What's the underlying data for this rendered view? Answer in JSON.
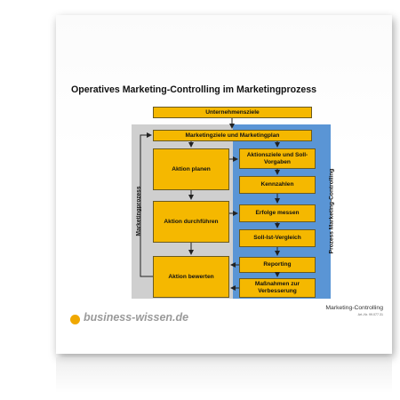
{
  "document": {
    "title": "Operatives Marketing-Controlling im Marketingprozess",
    "logo_text": "business-wissen.de",
    "footer_title": "Marketing-Controlling",
    "footer_article": "Art.-Nr. 99.077.31"
  },
  "diagram": {
    "top_box": "Unternehmensziele",
    "second_box": "Marketingziele und Marketingplan",
    "left_label": "Marketingprozess",
    "right_label": "Prozess Marketing-Controlling",
    "actions": [
      "Aktion planen",
      "Aktion durchführen",
      "Aktion bewerten"
    ],
    "controlling_steps": [
      "Aktionsziele und Soll-Vorgaben",
      "Kennzahlen",
      "Erfolge messen",
      "Soll-Ist-Vergleich",
      "Reporting",
      "Maßnahmen zur Verbesserung"
    ],
    "colors": {
      "box": "#f5b800",
      "process_bg": "#cfcfcf",
      "controlling_bg": "#5a95d5",
      "logo_dot": "#f0a800"
    }
  }
}
